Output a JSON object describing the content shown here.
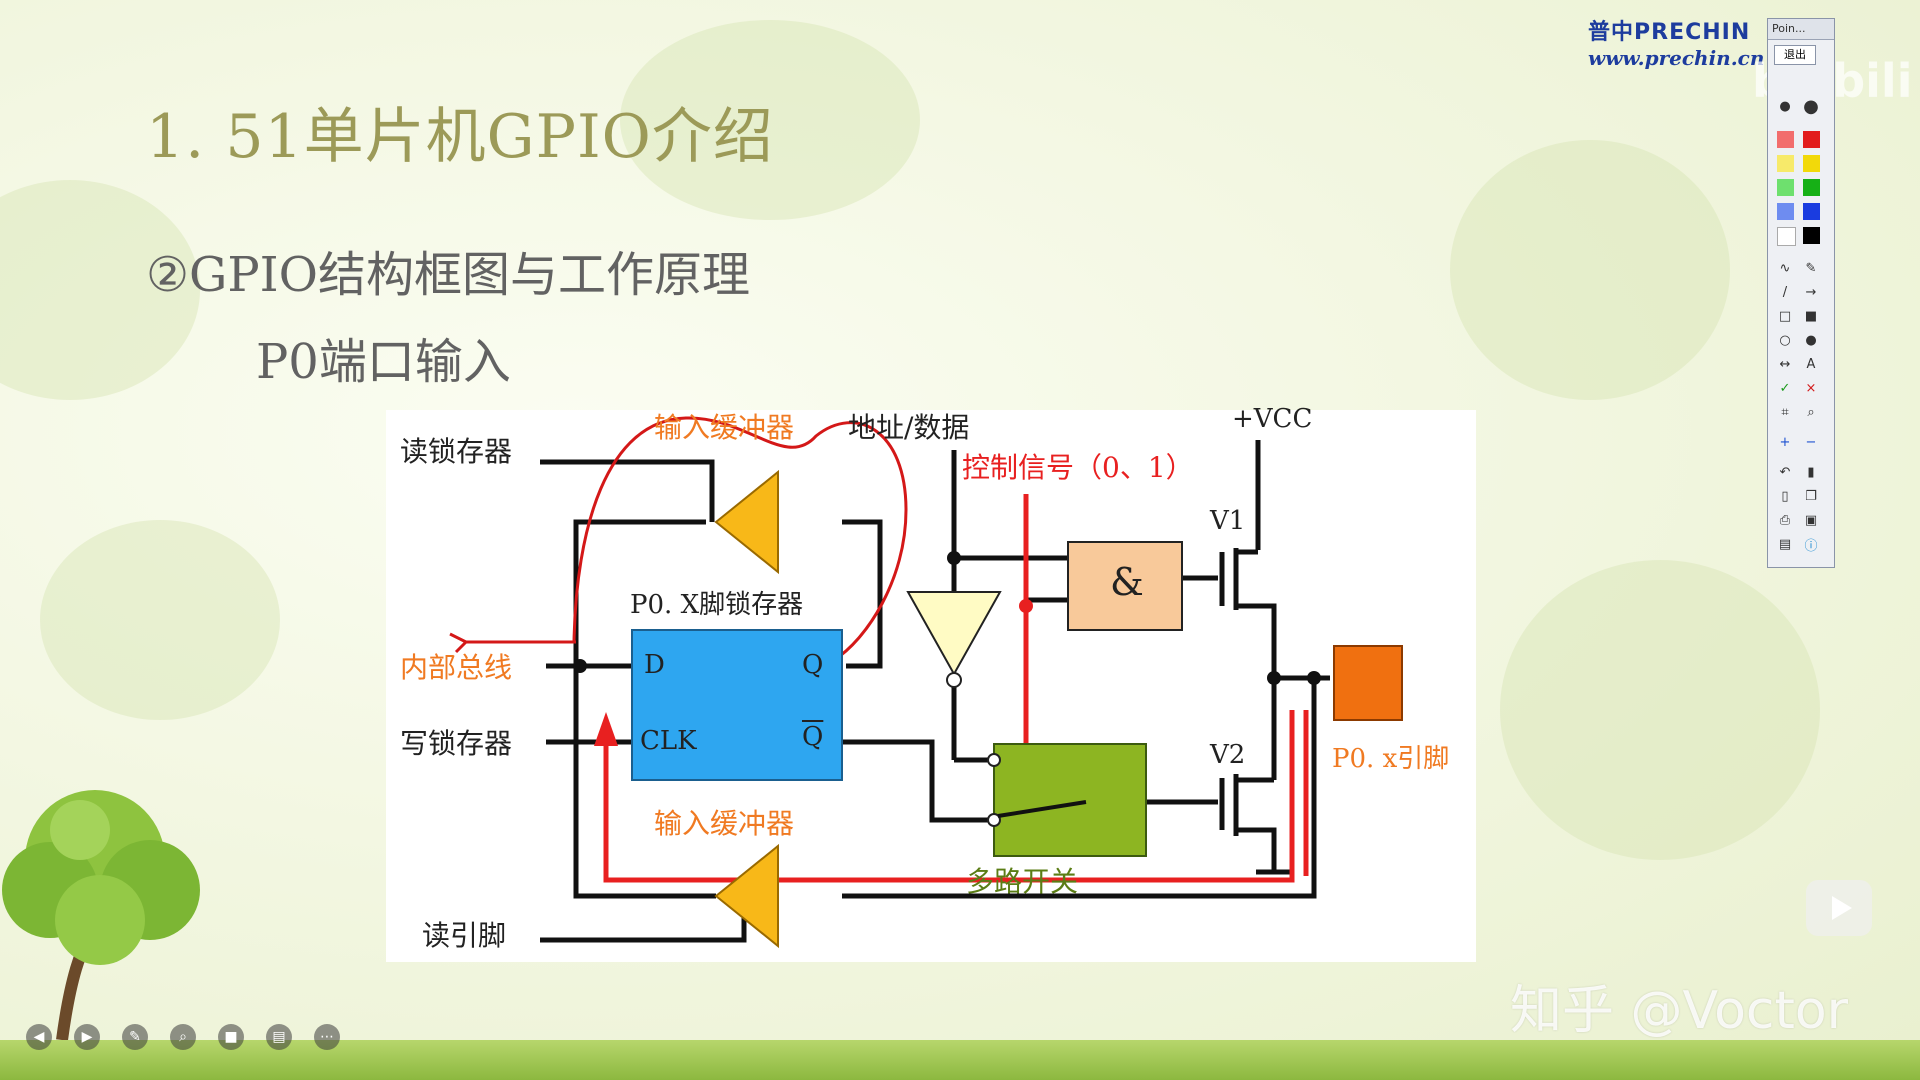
{
  "slide": {
    "title": "1. 51单片机GPIO介绍",
    "subtitle": "②GPIO结构框图与工作原理",
    "port_label": "P0端口输入"
  },
  "diagram": {
    "read_latch": "读锁存器",
    "input_buffer_top": "输入缓冲器",
    "addr_data": "地址/数据",
    "vcc": "+VCC",
    "control_signal": "控制信号（0、1）",
    "v1": "V1",
    "and_gate": "&",
    "latch_title": "P0. X脚锁存器",
    "d": "D",
    "q": "Q",
    "clk": "CLK",
    "qbar": "Q",
    "internal_bus": "内部总线",
    "write_latch": "写锁存器",
    "v2": "V2",
    "pin": "P0. x引脚",
    "input_buffer_bottom": "输入缓冲器",
    "mux": "多路开关",
    "read_pin": "读引脚"
  },
  "overlay": {
    "brand_line1": "普中PRECHIN",
    "brand_line2": "www.prechin.cn",
    "bilibili": "bilibili",
    "toolbar_title": "Poin...",
    "toolbar_exit": "退出",
    "watermark": "知乎 @Voctor"
  },
  "colors": {
    "title": "#9c9a58",
    "label_orange": "#f07a22",
    "signal_red": "#e82020",
    "latch_blue": "#2ea6f0",
    "mux_green": "#8db522",
    "and_gate": "#f8c99a",
    "pin_orange": "#f07010",
    "buffer_yellow": "#f8b818"
  }
}
